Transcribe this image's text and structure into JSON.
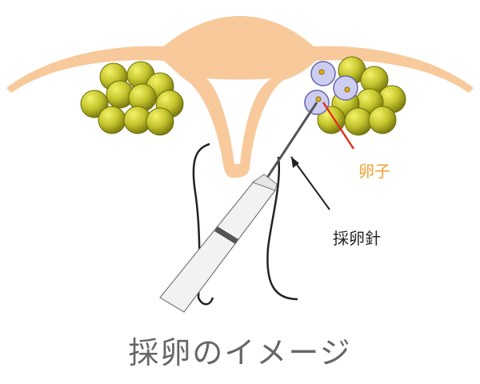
{
  "labels": {
    "egg": "卵子",
    "needle": "採卵針"
  },
  "caption": "採卵のイメージ",
  "colors": {
    "uterus": "#F7C99B",
    "follicle": "#C5C52E",
    "egg_cell": "#C8C8F0",
    "egg_label": "#F0A030",
    "pointer_red": "#E03020",
    "caption": "#666666"
  }
}
